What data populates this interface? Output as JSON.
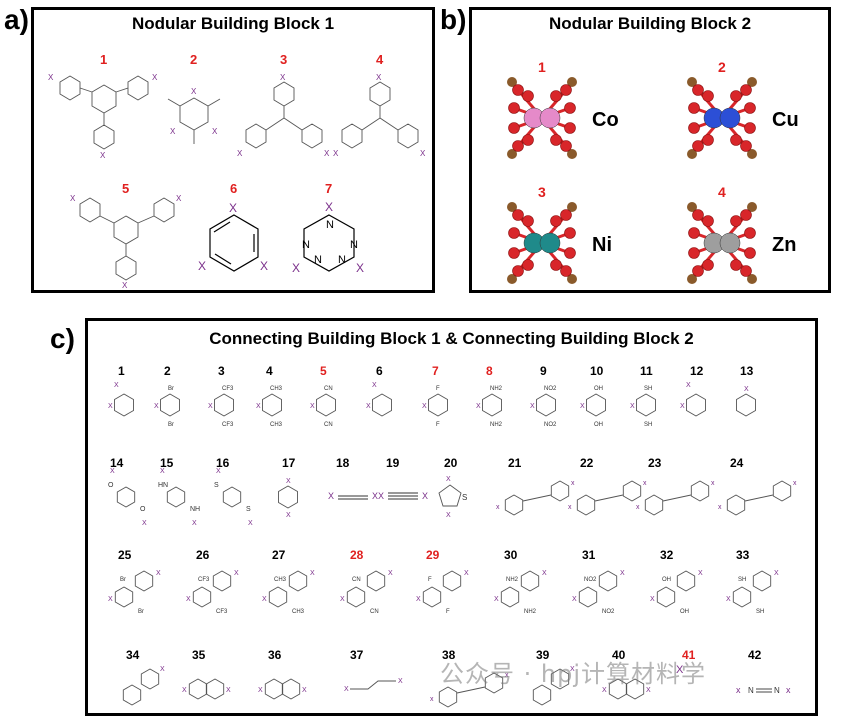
{
  "panel_a": {
    "letter": "a)",
    "title": "Nodular Building Block 1",
    "items": [
      {
        "num": "1",
        "color": "red"
      },
      {
        "num": "2",
        "color": "red"
      },
      {
        "num": "3",
        "color": "red"
      },
      {
        "num": "4",
        "color": "red"
      },
      {
        "num": "5",
        "color": "red"
      },
      {
        "num": "6",
        "color": "red"
      },
      {
        "num": "7",
        "color": "red"
      }
    ],
    "atom_labels": {
      "x": "X",
      "n": "N"
    }
  },
  "panel_b": {
    "letter": "b)",
    "title": "Nodular Building Block 2",
    "items": [
      {
        "num": "1",
        "metal": "Co",
        "color_hex": "#e58ac9"
      },
      {
        "num": "2",
        "metal": "Cu",
        "color_hex": "#2c4fd6"
      },
      {
        "num": "3",
        "metal": "Ni",
        "color_hex": "#1f8a8a"
      },
      {
        "num": "4",
        "metal": "Zn",
        "color_hex": "#9e9e9e"
      }
    ]
  },
  "panel_c": {
    "letter": "c)",
    "title": "Connecting Building Block 1 & Connecting Building Block 2",
    "row1": [
      "1",
      "2",
      "3",
      "4",
      "5",
      "6",
      "7",
      "8",
      "9",
      "10",
      "11",
      "12",
      "13"
    ],
    "row2": [
      "14",
      "15",
      "16",
      "17",
      "18",
      "19",
      "20",
      "21",
      "22",
      "23",
      "24"
    ],
    "row3": [
      "25",
      "26",
      "27",
      "28",
      "29",
      "30",
      "31",
      "32",
      "33"
    ],
    "row4": [
      "34",
      "35",
      "36",
      "37",
      "38",
      "39",
      "40",
      "41",
      "42"
    ],
    "red_numbers": [
      "5",
      "7",
      "8",
      "28",
      "29",
      "41"
    ],
    "small_labels": {
      "x": "X",
      "br": "Br",
      "cf3": "CF3",
      "ch3": "CH3",
      "cn": "CN",
      "f": "F",
      "nh2": "NH2",
      "no2": "NO2",
      "oh": "OH",
      "sh": "SH",
      "hn": "HN",
      "nh": "NH",
      "o": "O",
      "s": "S",
      "n": "N",
      "x_lower": "x"
    }
  },
  "watermark": "公众号 · hpj计算材料学",
  "colors": {
    "red_label": "#e0201f",
    "x_purple": "#7a2f8a",
    "oxygen": "#d8262a",
    "carbon": "#8a5a2b"
  }
}
